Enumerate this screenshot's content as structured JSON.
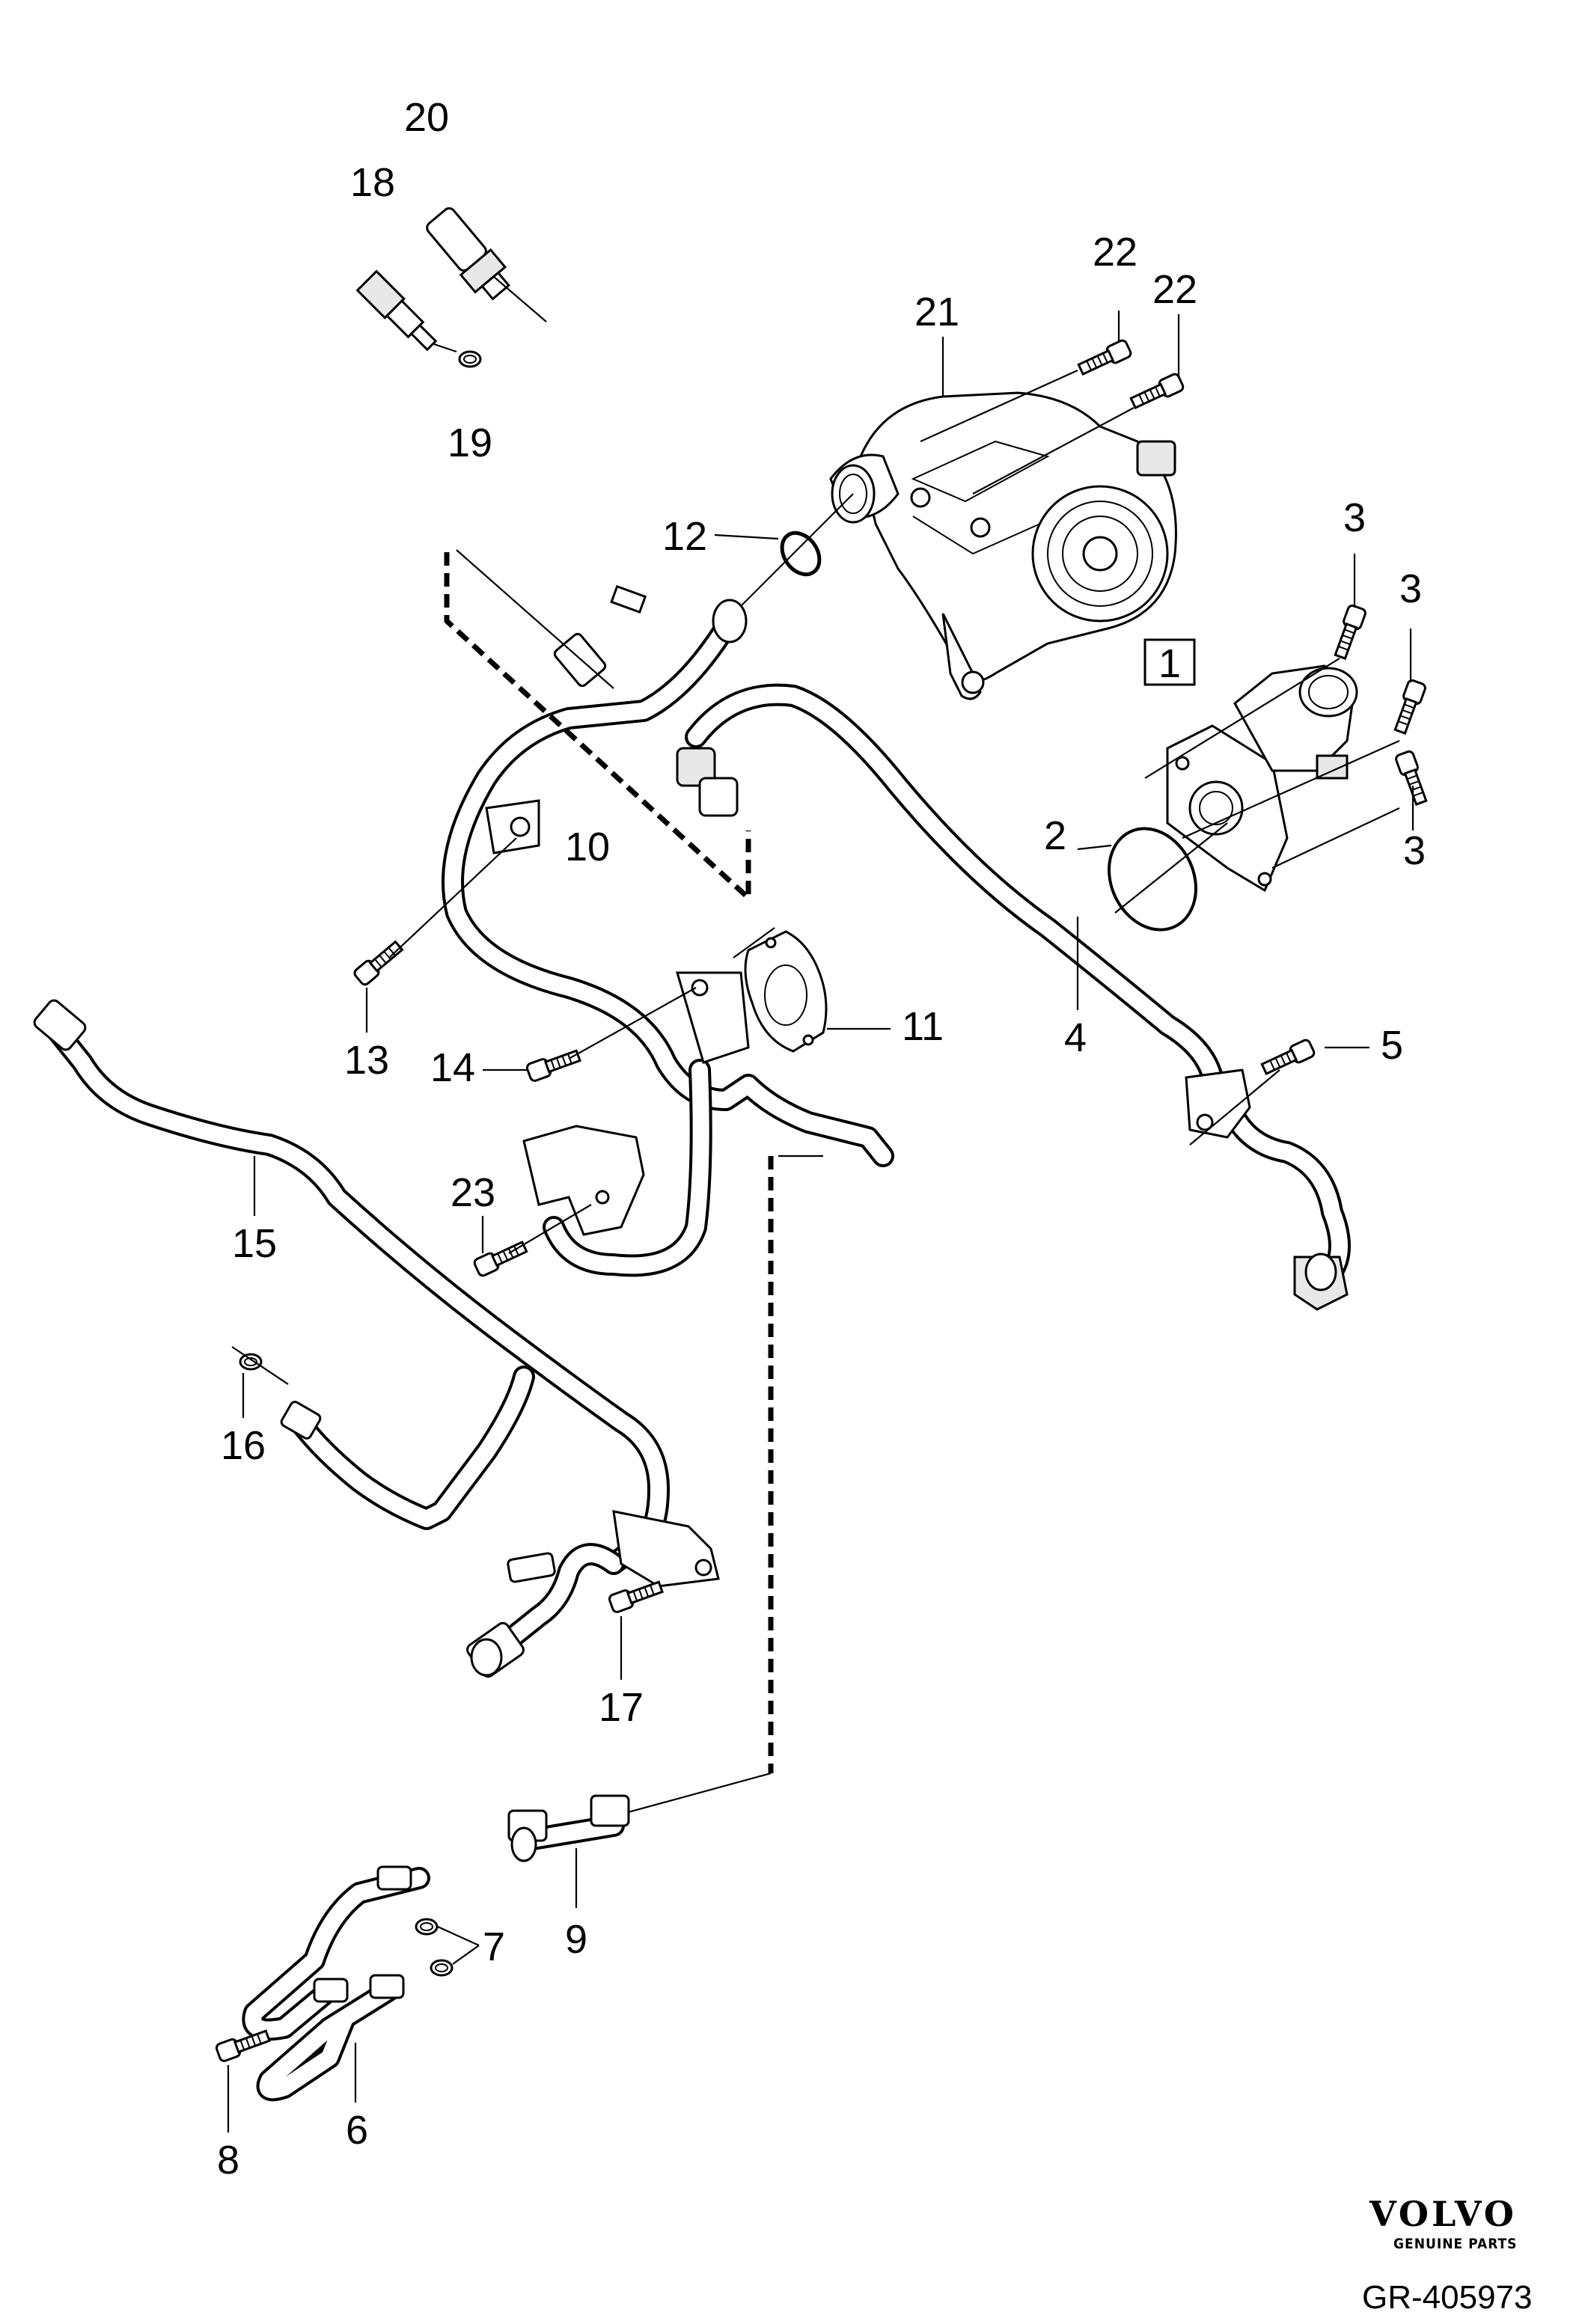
{
  "diagram": {
    "title": "",
    "callouts": {
      "p1": "1",
      "p2": "2",
      "p3a": "3",
      "p3b": "3",
      "p3c": "3",
      "p4": "4",
      "p5": "5",
      "p6": "6",
      "p7": "7",
      "p8": "8",
      "p9": "9",
      "p10": "10",
      "p11": "11",
      "p12": "12",
      "p13": "13",
      "p14": "14",
      "p15": "15",
      "p16": "16",
      "p17": "17",
      "p18": "18",
      "p19": "19",
      "p20": "20",
      "p21": "21",
      "p22a": "22",
      "p22b": "22",
      "p23": "23"
    }
  },
  "brand": {
    "name": "VOLVO",
    "tagline": "GENUINE PARTS",
    "reference": "GR-405973"
  }
}
